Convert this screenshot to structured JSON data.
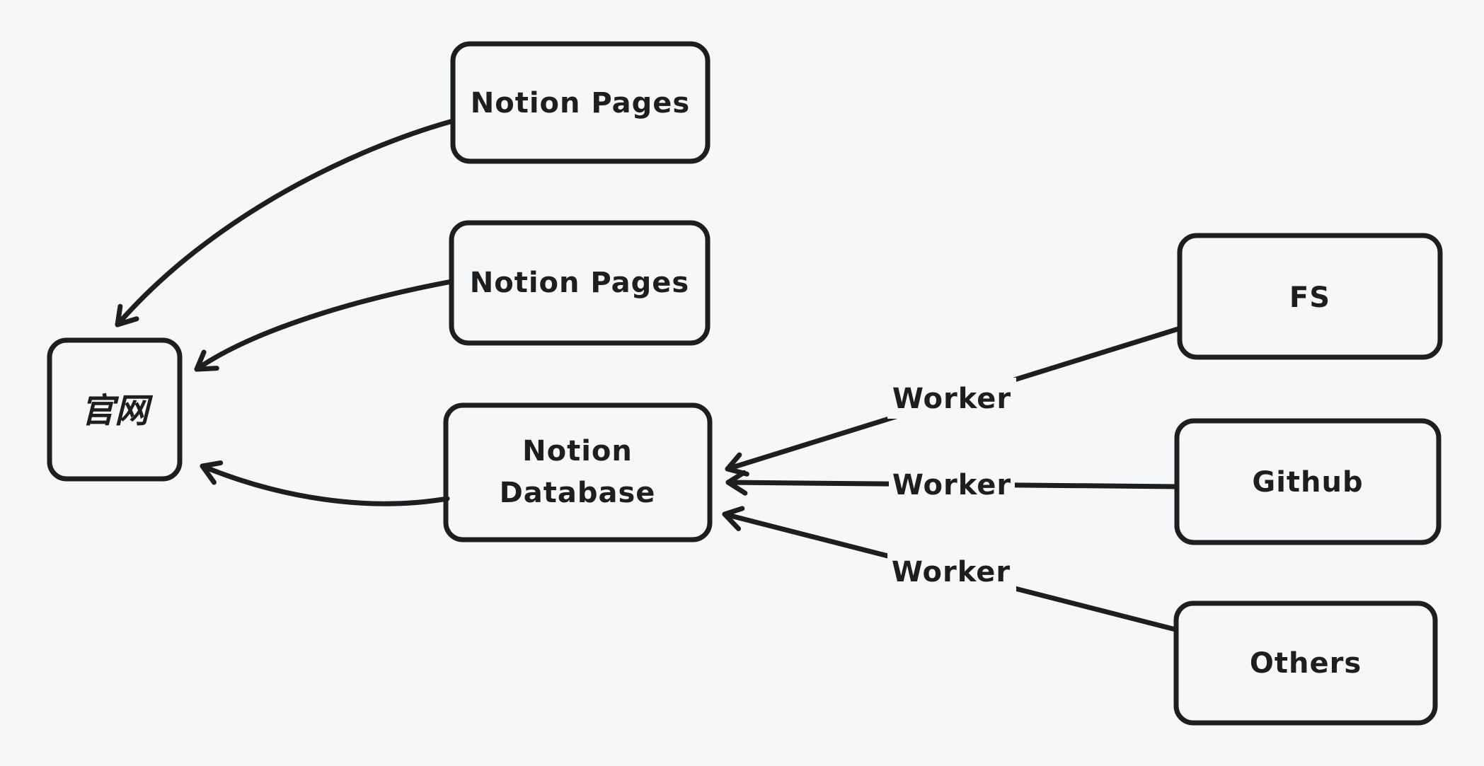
{
  "canvas": {
    "background_color": "#f6f7f9",
    "stroke_color": "#1e1e1e",
    "style": "hand-drawn whiteboard diagram"
  },
  "diagram": {
    "nodes": {
      "guanwang": {
        "label": "官网"
      },
      "notion_pages_1": {
        "label": "Notion Pages"
      },
      "notion_pages_2": {
        "label": "Notion Pages"
      },
      "notion_database": {
        "label": "Notion Database",
        "lines": [
          "Notion",
          "Database"
        ]
      },
      "fs": {
        "label": "FS"
      },
      "github": {
        "label": "Github"
      },
      "others": {
        "label": "Others"
      }
    },
    "edges": {
      "notion_pages_1_to_guanwang": {
        "from": "notion_pages_1",
        "to": "guanwang",
        "label": ""
      },
      "notion_pages_2_to_guanwang": {
        "from": "notion_pages_2",
        "to": "guanwang",
        "label": ""
      },
      "notion_database_to_guanwang": {
        "from": "notion_database",
        "to": "guanwang",
        "label": ""
      },
      "fs_to_notion_database": {
        "from": "fs",
        "to": "notion_database",
        "label": "Worker"
      },
      "github_to_notion_database": {
        "from": "github",
        "to": "notion_database",
        "label": "Worker"
      },
      "others_to_notion_database": {
        "from": "others",
        "to": "notion_database",
        "label": "Worker"
      }
    }
  }
}
